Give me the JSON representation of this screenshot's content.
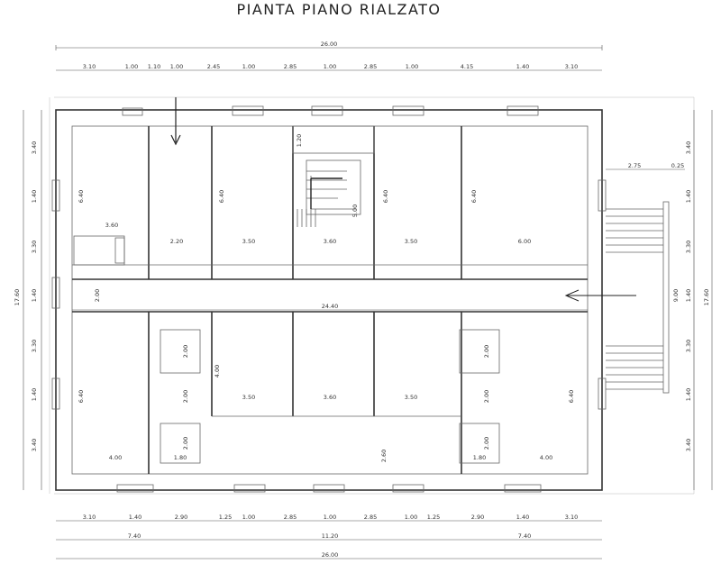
{
  "title": "PIANTA PIANO RIALZATO",
  "top_dims": {
    "total": "26.00",
    "segments": [
      "3.10",
      "1.00",
      "1.10",
      "1.00",
      "2.45",
      "1.00",
      "2.85",
      "1.00",
      "2.85",
      "1.00",
      "4.15",
      "1.40",
      "3.10"
    ]
  },
  "bottom_dims": {
    "segments": [
      "3.10",
      "1.40",
      "2.90",
      "1.25",
      "1.00",
      "2.85",
      "1.00",
      "2.85",
      "1.00",
      "1.25",
      "2.90",
      "1.40",
      "3.10"
    ],
    "groups": [
      "7.40",
      "11.20",
      "7.40"
    ],
    "total": "26.00"
  },
  "left_dims": {
    "segments": [
      "3.40",
      "1.40",
      "3.30",
      "1.40",
      "3.30",
      "1.40",
      "3.40"
    ],
    "total": "17.60"
  },
  "right_dims": {
    "segments": [
      "3.40",
      "1.40",
      "3.30",
      "1.40",
      "3.30",
      "1.40",
      "3.40"
    ],
    "total": "17.60",
    "stair_width": "9.00",
    "stair_top_a": "2.75",
    "stair_top_b": "0.25"
  },
  "room_dims": {
    "r1_h": "6.40",
    "r1_w": "3.60",
    "r2_w": "2.20",
    "r3_h": "6.40",
    "r3_w": "3.50",
    "stair_h1": "1.20",
    "stair_h2": "5.00",
    "stair_w": "3.60",
    "r4_h": "6.40",
    "r4_w": "3.50",
    "r5_h": "6.40",
    "r5_w": "6.00",
    "corridor_h": "2.00",
    "corridor_w": "24.40",
    "b1_h": "6.40",
    "b1_w": "4.00",
    "bath1_h": "2.00",
    "bath1_h2": "2.00",
    "bath1_h3": "2.00",
    "bath1_w": "1.80",
    "b2_h": "4.00",
    "b2_w": "3.50",
    "b3_w": "3.60",
    "b4_w": "3.50",
    "b3_h": "2.60",
    "bath2_h": "2.00",
    "bath2_h2": "2.00",
    "bath2_h3": "2.00",
    "bath2_w": "1.80",
    "b5_h": "6.40",
    "b5_w": "4.00"
  }
}
